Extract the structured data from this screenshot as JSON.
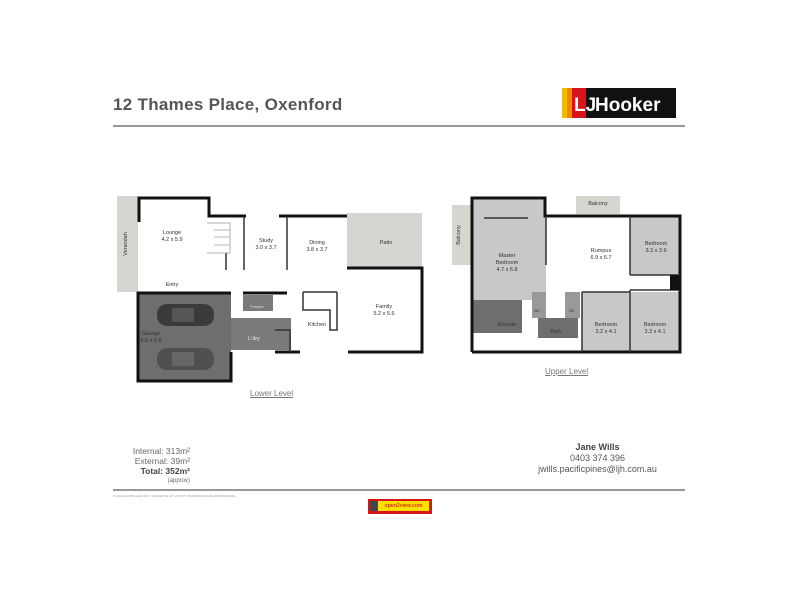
{
  "header": {
    "title": "12 Thames Place, Oxenford",
    "logo_text": "LJ Hooker"
  },
  "lower_level": {
    "label": "Lower Level",
    "rooms": [
      {
        "name": "Lounge",
        "dims": "4.2 x 5.9"
      },
      {
        "name": "Study",
        "dims": "3.0 x 3.7"
      },
      {
        "name": "Dining",
        "dims": "3.8 x 3.7"
      },
      {
        "name": "Patio",
        "dims": ""
      },
      {
        "name": "Verandah",
        "dims": ""
      },
      {
        "name": "Entry",
        "dims": ""
      },
      {
        "name": "Family",
        "dims": "5.2 x 5.6"
      },
      {
        "name": "Kitchen",
        "dims": ""
      },
      {
        "name": "Garage",
        "dims": "6.0 x 5.8"
      },
      {
        "name": "L'dry",
        "dims": ""
      },
      {
        "name": "Powder",
        "dims": ""
      }
    ]
  },
  "upper_level": {
    "label": "Upper Level",
    "rooms": [
      {
        "name": "Master",
        "name2": "Bedroom",
        "dims": "4.7 x 6.8"
      },
      {
        "name": "Rumpus",
        "dims": "6.9 x 6.7"
      },
      {
        "name": "Bedroom",
        "dims": "3.3 x 3.9"
      },
      {
        "name": "Bedroom",
        "dims": "3.2 x 4.1"
      },
      {
        "name": "Bedroom",
        "dims": "3.3 x 4.1"
      },
      {
        "name": "Balcony",
        "dims": ""
      },
      {
        "name": "Balcony",
        "dims": ""
      },
      {
        "name": "Ensuite",
        "dims": ""
      },
      {
        "name": "Bath",
        "dims": ""
      },
      {
        "name": "WC",
        "dims": ""
      },
      {
        "name": "WC",
        "dims": ""
      }
    ]
  },
  "areas": {
    "internal": "Internal: 313m²",
    "external": "External: 39m²",
    "total": "Total: 352m²",
    "approx": "(approx)"
  },
  "contact": {
    "name": "Jane Wills",
    "phone": "0403 374 396",
    "email": "jwills.pacificpines@ljh.com.au"
  },
  "footer": {
    "disclaimer": "PLANS SHOWN ARE ONLY INDICATIVE OF LAYOUT. DIMENSIONS ARE APPROXIMATE.",
    "badge": "open2view.com"
  },
  "colors": {
    "logo_red": "#d8141b",
    "logo_yellow": "#f5b800",
    "floor_gray": "#c8c8c8",
    "tile_dark": "#6e6e6e"
  }
}
